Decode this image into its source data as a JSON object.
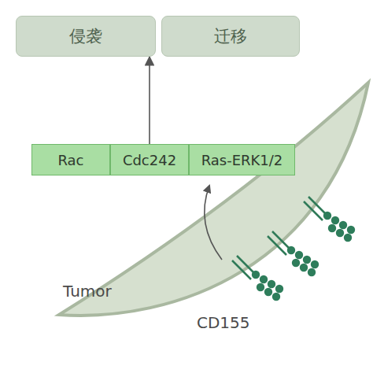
{
  "diagram": {
    "nodes": [
      {
        "text": [
          "侵袭"
        ]
      },
      {
        "text": [
          "迁移"
        ]
      },
      {
        "text": [
          "Rac"
        ]
      },
      {
        "text": [
          "Cdc242"
        ]
      },
      {
        "text": [
          "Ras-ERK1/2"
        ]
      }
    ],
    "edges": [
      {
        "from": 3,
        "to": 0,
        "arrow": "to"
      }
    ],
    "labels": [
      "Tumor",
      "CD155"
    ]
  }
}
